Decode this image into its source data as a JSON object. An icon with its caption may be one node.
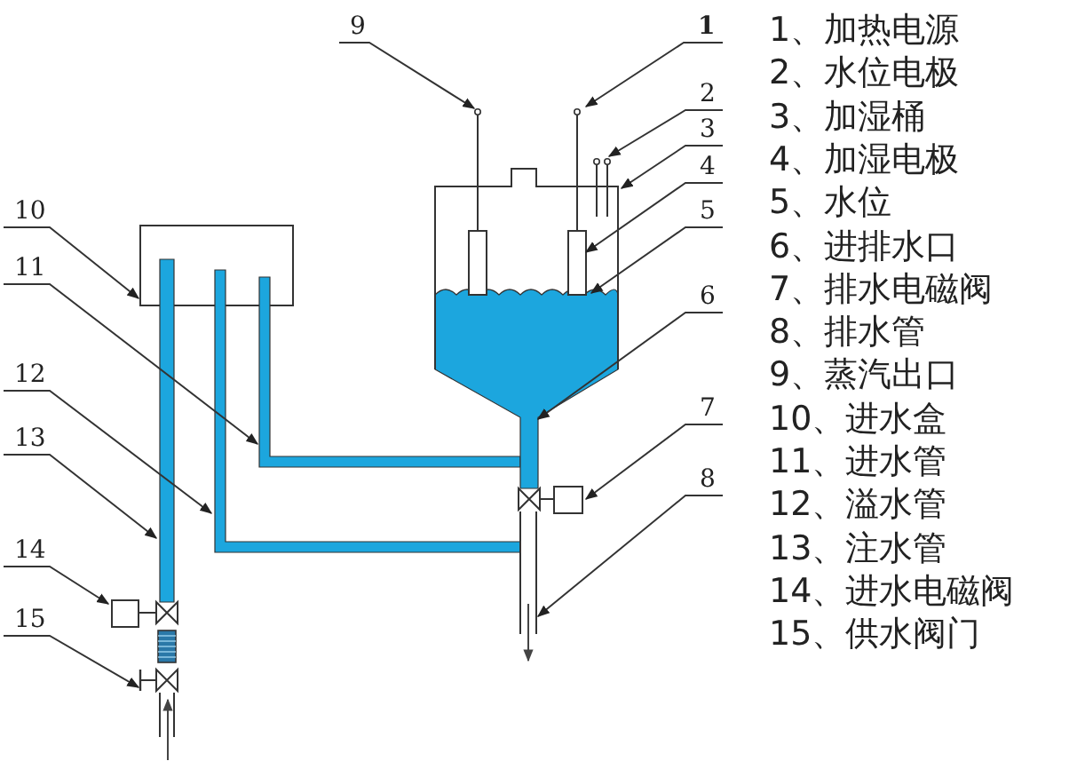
{
  "diagram": {
    "nodes": [
      {
        "text": [
          "1"
        ]
      },
      {
        "text": [
          "2"
        ]
      },
      {
        "text": [
          "3"
        ]
      },
      {
        "text": [
          "4"
        ]
      },
      {
        "text": [
          "5"
        ]
      },
      {
        "text": [
          "6"
        ]
      },
      {
        "text": [
          "7"
        ]
      },
      {
        "text": [
          "8"
        ]
      },
      {
        "text": [
          "9"
        ]
      },
      {
        "text": [
          "10"
        ]
      },
      {
        "text": [
          "11"
        ]
      },
      {
        "text": [
          "12"
        ]
      },
      {
        "text": [
          "13"
        ]
      },
      {
        "text": [
          "14"
        ]
      },
      {
        "text": [
          "15"
        ]
      }
    ],
    "edges": [
      {
        "from": 0,
        "to": null,
        "arrow": "to"
      },
      {
        "from": 1,
        "to": null,
        "arrow": "to"
      },
      {
        "from": 2,
        "to": null,
        "arrow": "to"
      },
      {
        "from": 3,
        "to": null,
        "arrow": "to"
      },
      {
        "from": 4,
        "to": null,
        "arrow": "to"
      },
      {
        "from": 5,
        "to": null,
        "arrow": "to"
      },
      {
        "from": 6,
        "to": null,
        "arrow": "to"
      },
      {
        "from": 7,
        "to": null,
        "arrow": "to"
      },
      {
        "from": 8,
        "to": null,
        "arrow": "to"
      },
      {
        "from": 9,
        "to": null,
        "arrow": "to"
      },
      {
        "from": 10,
        "to": null,
        "arrow": "to"
      },
      {
        "from": 11,
        "to": null,
        "arrow": "to"
      },
      {
        "from": 12,
        "to": null,
        "arrow": "to"
      },
      {
        "from": 13,
        "to": null,
        "arrow": "to"
      },
      {
        "from": 14,
        "to": null,
        "arrow": "to"
      }
    ],
    "labels": [
      "1、加热电源",
      "2、水位电极",
      "3、加湿桶",
      "4、加湿电极",
      "5、水位",
      "6、进排水口",
      "7、排水电磁阀",
      "8、排水管",
      "9、蒸汽出口",
      "10、进水盒",
      "11、进水管",
      "12、溢水管",
      "13、注水管",
      "14、进水电磁阀",
      "15、供水阀门"
    ]
  }
}
